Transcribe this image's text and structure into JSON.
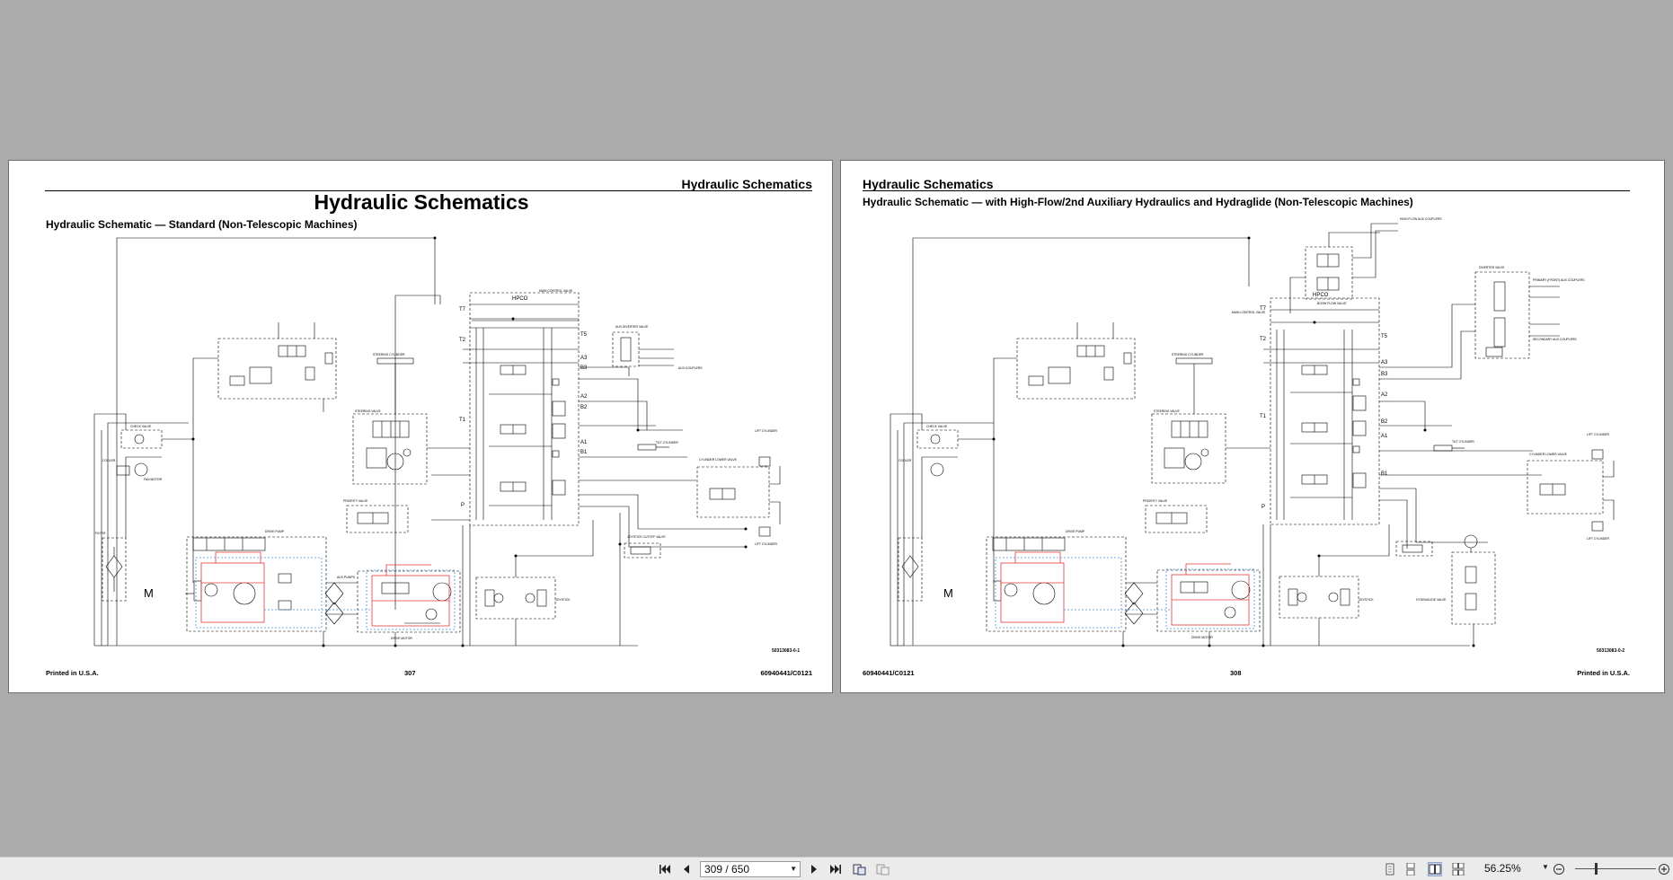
{
  "left_page": {
    "header": "Hydraulic Schematics",
    "title": "Hydraulic Schematics",
    "subtitle": "Hydraulic Schematic — Standard (Non-Telescopic Machines)",
    "footer_left": "Printed in U.S.A.",
    "footer_center": "307",
    "footer_right": "60940441/C0121",
    "doc_id": "50313083-0-1",
    "labels": {
      "hpco": "HPCO",
      "t7": "T7",
      "t2": "T2",
      "t1": "T1",
      "t5": "T5",
      "p": "P",
      "a3": "A3",
      "b3": "B3",
      "a2": "A2",
      "b2": "B2",
      "a1": "A1",
      "b1": "B1",
      "motor": "M",
      "main_valve": "MAIN CONTROL VALVE",
      "steering_valve": "STEERING VALVE",
      "steering_cyl": "STEERING CYLINDER",
      "check_valve": "CHECK VALVE",
      "cooler": "COOLER",
      "fan_motor": "FAN MOTOR",
      "filter": "FILTER",
      "drive_pump": "DRIVE PUMP",
      "drive_motor": "DRIVE MOTOR",
      "aux_pumps": "AUX PUMPS",
      "priority_valve": "PRIORITY VALVE",
      "joystick": "JOYSTICK",
      "tilt_cyl": "TILT CYLINDER",
      "lift_cyl": "LIFT CYLINDER",
      "lower_valve": "CYLINDER LOWER VALVE",
      "aux_couplers": "AUX COUPLERS",
      "joystick_cutoff": "JOYSTICK CUTOFF VALVE",
      "aux_diverter": "AUX DIVERTER VALVE"
    }
  },
  "right_page": {
    "header": "Hydraulic Schematics",
    "subtitle": "Hydraulic Schematic — with High-Flow/2nd Auxiliary Hydraulics and Hydraglide (Non-Telescopic Machines)",
    "footer_left": "60940441/C0121",
    "footer_center": "308",
    "footer_right": "Printed in U.S.A.",
    "doc_id": "50313083-0-2",
    "labels": {
      "hpco": "HPCO",
      "t7": "T7",
      "t2": "T2",
      "t1": "T1",
      "t5": "T5",
      "p": "P",
      "a3": "A3",
      "b3": "B3",
      "a2": "A2",
      "b2": "B2",
      "a1": "A1",
      "b1": "B1",
      "motor": "M",
      "main_valve": "MAIN CONTROL VALVE",
      "steering_valve": "STEERING VALVE",
      "steering_cyl": "STEERING CYLINDER",
      "check_valve": "CHECK VALVE",
      "cooler": "COOLER",
      "drive_pump": "DRIVE PUMP",
      "drive_motor": "DRIVE MOTOR",
      "priority_valve": "PRIORITY VALVE",
      "joystick": "JOYSTICK",
      "tilt_cyl": "TILT CYLINDER",
      "lift_cyl": "LIFT CYLINDER",
      "lower_valve": "CYLINDER LOWER VALVE",
      "high_flow_couplers": "HIGH FLOW AUX COUPLERS",
      "diverter_valve": "DIVERTER VALVE",
      "primary_couplers": "PRIMARY (FRONT) AUX COUPLERS",
      "secondary_couplers": "SECONDARY AUX COUPLERS",
      "hydraglide_valve": "HYDRAGLIDE VALVE",
      "boom_flow_valve": "BOOM FLOW VALVE"
    }
  },
  "toolbar": {
    "page_indicator": "309 / 650",
    "zoom": "56.25%"
  },
  "icons": {
    "first": "first-page-icon",
    "prev": "previous-page-icon",
    "next": "next-page-icon",
    "last": "last-page-icon"
  }
}
